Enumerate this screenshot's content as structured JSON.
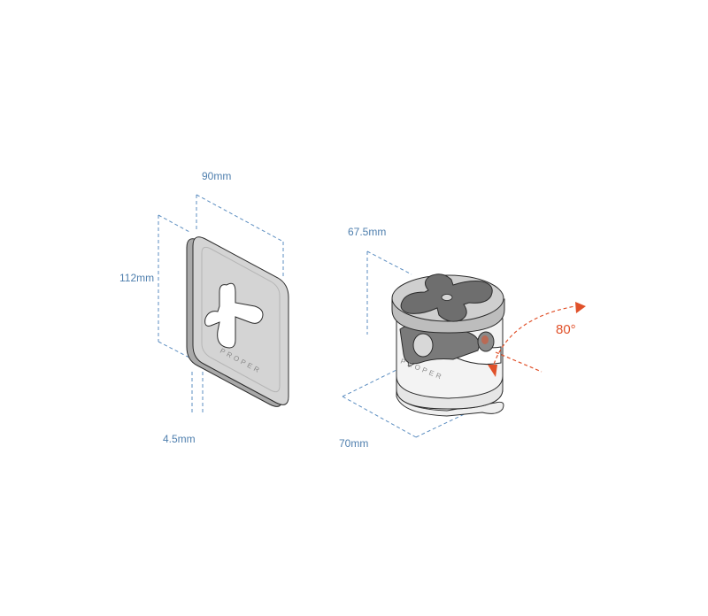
{
  "plate": {
    "width_label": "90mm",
    "height_label": "112mm",
    "thickness_label": "4.5mm",
    "brand_text": "PROPER"
  },
  "mount": {
    "diameter_label": "67.5mm",
    "base_label": "70mm",
    "angle_label": "80°",
    "brand_text": "PROPER"
  },
  "colors": {
    "dimension": "#5b8dc0",
    "angle": "#e0512a",
    "plate_fill": "#d4d4d4",
    "pad_fill": "#6e6e6e"
  }
}
